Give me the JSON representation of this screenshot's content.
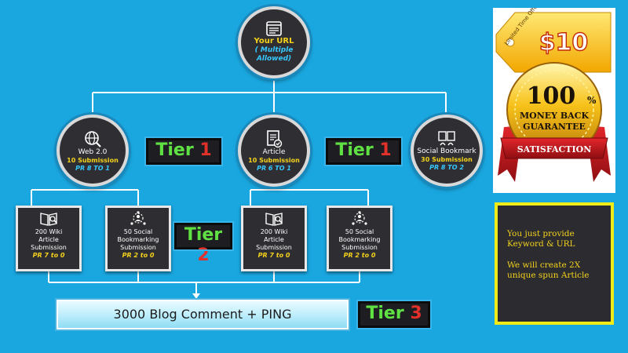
{
  "diagram": {
    "root": {
      "line1": "Your URL",
      "line2": "( Multiple",
      "line3": "Allowed)"
    },
    "tier1_nodes": [
      {
        "title": "Web 2.0",
        "submissions": "10 Submission",
        "pr": "PR 8 TO 1",
        "icon": "globe-search-icon"
      },
      {
        "title": "Article",
        "submissions": "10 Submission",
        "pr": "PR 6 TO 1",
        "icon": "article-check-icon"
      },
      {
        "title": "Social Bookmark",
        "submissions": "30 Submission",
        "pr": "PR 8 TO 2",
        "icon": "bookmark-thumbs-icon"
      }
    ],
    "tier2_nodes": [
      {
        "line1": "200 Wiki",
        "line2": "Article",
        "line3": "Submission",
        "pr": "PR 7 to 0",
        "icon": "book-search-icon"
      },
      {
        "line1": "50 Social",
        "line2": "Bookmarking",
        "line3": "Submission",
        "pr": "PR 2 to 0",
        "icon": "network-user-icon"
      },
      {
        "line1": "200 Wiki",
        "line2": "Article",
        "line3": "Submission",
        "pr": "PR 7 to 0",
        "icon": "book-search-icon"
      },
      {
        "line1": "50 Social",
        "line2": "Bookmarking",
        "line3": "Submission",
        "pr": "PR 2 to 0",
        "icon": "network-user-icon"
      }
    ],
    "tier3_bar": "3000 Blog Comment + PING",
    "tier_labels": [
      {
        "word": "Tier",
        "num": "1"
      },
      {
        "word": "Tier",
        "num": "1"
      },
      {
        "word": "Tier",
        "num": "2"
      },
      {
        "word": "Tier",
        "num": "3"
      }
    ]
  },
  "badge": {
    "ribbon": "Limited Time Offer",
    "price": "$10",
    "percent": "100",
    "percent_sign": "%",
    "line1": "MONEY BACK",
    "line2": "GUARANTEE",
    "banner": "SATISFACTION"
  },
  "note": {
    "p1": "You just provide Keyword & URL",
    "p2": "We will create 2X unique spun Article"
  },
  "colors": {
    "background": "#1aa7e0",
    "node": "#2f2f33",
    "accent_yellow": "#f4d21c",
    "accent_cyan": "#36c8ff",
    "tier_green": "#5fe043",
    "tier_red": "#e2302a"
  }
}
